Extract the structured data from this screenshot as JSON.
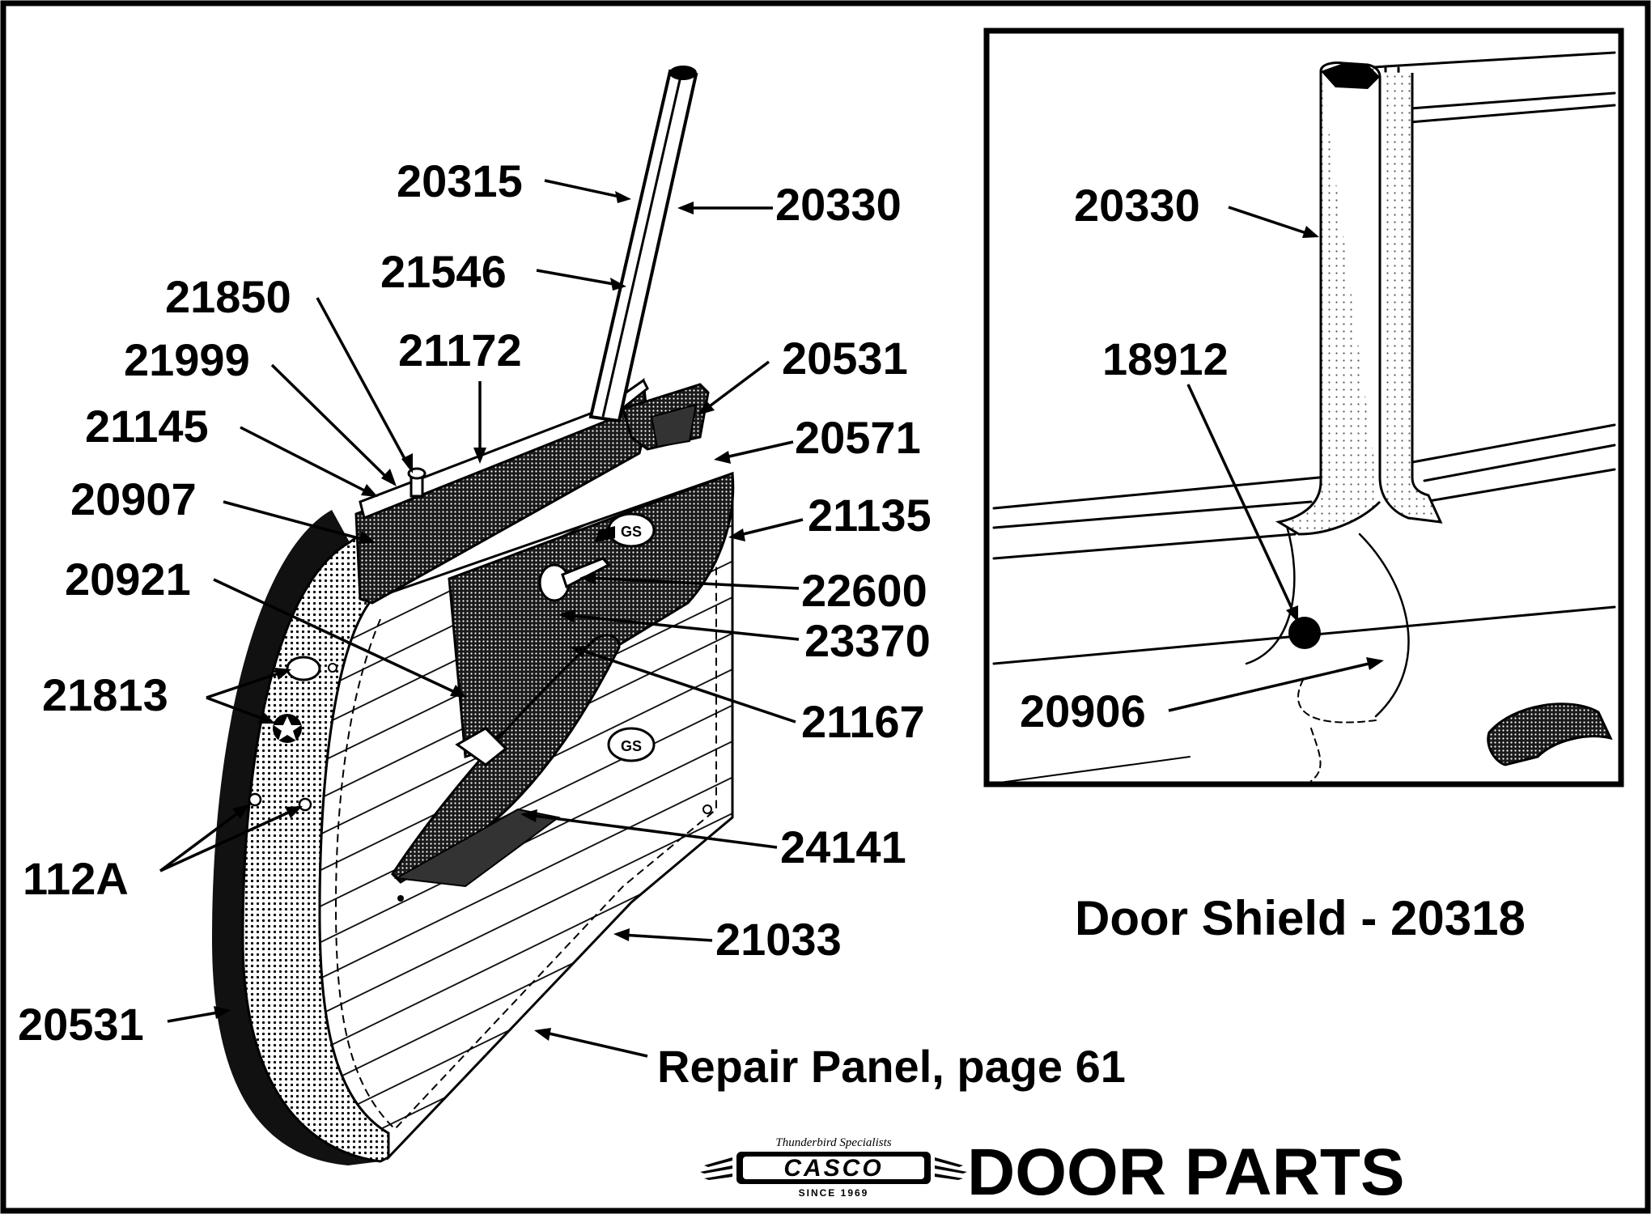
{
  "title": "DOOR PARTS",
  "logo": {
    "brand": "CASCO",
    "tagline": "Thunderbird Specialists",
    "since": "SINCE 1969"
  },
  "main_view": {
    "callouts": [
      {
        "id": "c20315",
        "label": "20315"
      },
      {
        "id": "c20330",
        "label": "20330"
      },
      {
        "id": "c21546",
        "label": "21546"
      },
      {
        "id": "c21850",
        "label": "21850"
      },
      {
        "id": "c21172",
        "label": "21172"
      },
      {
        "id": "c21999",
        "label": "21999"
      },
      {
        "id": "c20531a",
        "label": "20531"
      },
      {
        "id": "c21145",
        "label": "21145"
      },
      {
        "id": "c20571",
        "label": "20571"
      },
      {
        "id": "c20907",
        "label": "20907"
      },
      {
        "id": "c21135",
        "label": "21135"
      },
      {
        "id": "c20921",
        "label": "20921"
      },
      {
        "id": "c22600",
        "label": "22600"
      },
      {
        "id": "c23370",
        "label": "23370"
      },
      {
        "id": "c21813",
        "label": "21813"
      },
      {
        "id": "c21167",
        "label": "21167"
      },
      {
        "id": "c24141",
        "label": "24141"
      },
      {
        "id": "c112a",
        "label": "112A"
      },
      {
        "id": "c21033",
        "label": "21033"
      },
      {
        "id": "c20531b",
        "label": "20531"
      },
      {
        "id": "c_repair",
        "label": "Repair Panel, page 61"
      }
    ]
  },
  "inset": {
    "callouts": [
      {
        "id": "i20330",
        "label": "20330"
      },
      {
        "id": "i18912",
        "label": "18912"
      },
      {
        "id": "i20906",
        "label": "20906"
      }
    ],
    "caption": "Door Shield - 20318"
  }
}
